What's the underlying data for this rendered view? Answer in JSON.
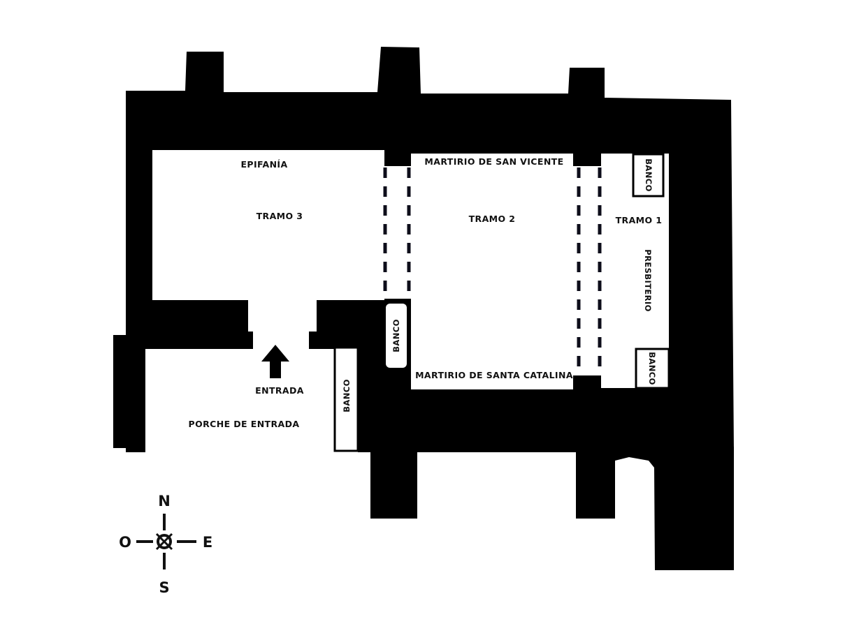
{
  "labels": {
    "epifania": "EPIFANÍA",
    "tramo3": "TRAMO 3",
    "martirio_san_vicente": "MARTIRIO DE SAN VICENTE",
    "tramo2": "TRAMO 2",
    "tramo1": "TRAMO 1",
    "presbiterio": "PRESBITERIO",
    "martirio_santa_catalina": "MARTIRIO DE SANTA CATALINA",
    "entrada": "ENTRADA",
    "porche_de_entrada": "PORCHE DE ENTRADA",
    "banco": "BANCO"
  },
  "compass": {
    "north": "N",
    "south": "S",
    "east": "E",
    "west": "O"
  },
  "colors": {
    "walls": "#000000",
    "background": "#ffffff"
  },
  "icons": {
    "entrance_arrow": "arrow-up-icon",
    "compass_rose": "compass-rose-icon"
  }
}
